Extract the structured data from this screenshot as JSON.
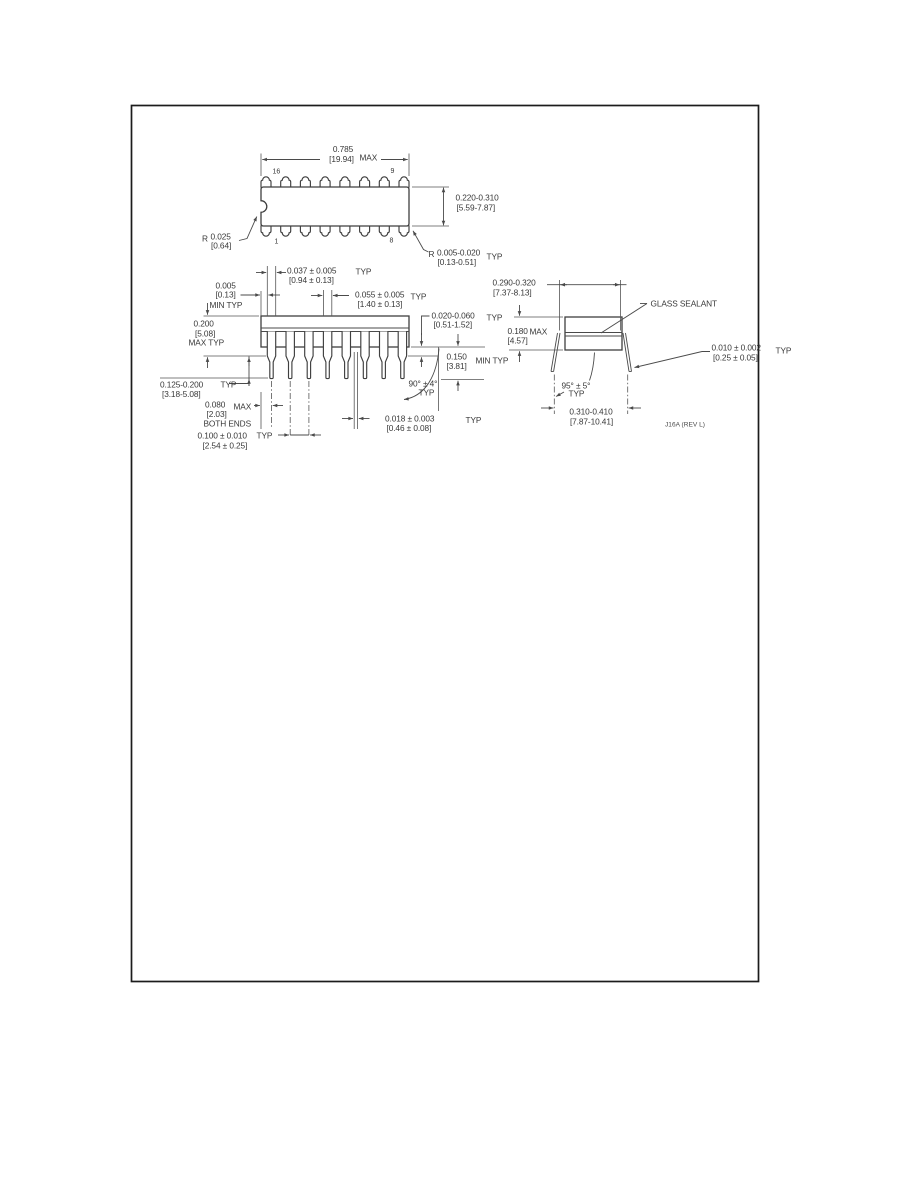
{
  "top": {
    "pin16": "16",
    "pin9": "9",
    "pin1": "1",
    "pin8": "8",
    "len_in": "0.785",
    "len_mm": "[19.94]",
    "len_q": "MAX",
    "wid_in": "0.220-0.310",
    "wid_mm": "[5.59-7.87]",
    "notch_r": "R",
    "notch_in": "0.025",
    "notch_mm": "[0.64]",
    "corner_r": "R",
    "corner_in": "0.005-0.020",
    "corner_mm": "[0.13-0.51]",
    "corner_q": "TYP"
  },
  "front": {
    "shoulder_edge_in": "0.037 ± 0.005",
    "shoulder_edge_mm": "[0.94 ± 0.13]",
    "shoulder_edge_q": "TYP",
    "gap_in": "0.005",
    "gap_mm": "[0.13]",
    "gap_q": "MIN TYP",
    "shoulder_w_in": "0.055 ± 0.005",
    "shoulder_w_mm": "[1.40 ± 0.13]",
    "shoulder_w_q": "TYP",
    "standoff_in": "0.020-0.060",
    "standoff_mm": "[0.51-1.52]",
    "standoff_q": "TYP",
    "height_in": "0.200",
    "height_mm": "[5.08]",
    "height_q": "MAX TYP",
    "leadlen_in": "0.150",
    "leadlen_mm": "[3.81]",
    "leadlen_q": "MIN TYP",
    "insert_in": "0.125-0.200",
    "insert_mm": "[3.18-5.08]",
    "insert_q": "TYP",
    "endmargin_in": "0.080",
    "endmargin_mm": "[2.03]",
    "endmargin_q": "MAX",
    "endmargin_note": "BOTH ENDS",
    "pitch_in": "0.100 ± 0.010",
    "pitch_mm": "[2.54 ± 0.25]",
    "pitch_q": "TYP",
    "leadw_in": "0.018 ± 0.003",
    "leadw_mm": "[0.46 ± 0.08]",
    "leadw_q": "TYP",
    "angle": "90° ± 4°",
    "angle_q": "TYP"
  },
  "end": {
    "span_in": "0.290-0.320",
    "span_mm": "[7.37-8.13]",
    "glass": "GLASS SEALANT",
    "th_in": "0.180",
    "th_mm": "[4.57]",
    "th_q": "MAX",
    "leadth_in": "0.010 ± 0.002",
    "leadth_mm": "[0.25 ± 0.05]",
    "leadth_q": "TYP",
    "splay": "95° ± 5°",
    "splay_q": "TYP",
    "tips_in": "0.310-0.410",
    "tips_mm": "[7.87-10.41]",
    "code": "J16A (REV L)"
  }
}
